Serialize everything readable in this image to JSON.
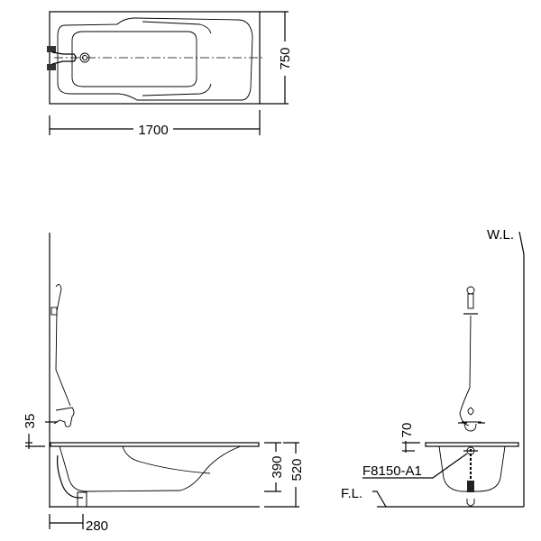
{
  "top_view": {
    "length_label": "1700",
    "width_label": "750"
  },
  "side_view": {
    "faucet_height_label": "35",
    "rim_to_bottom_label": "390",
    "total_height_label": "520",
    "drain_offset_label": "280"
  },
  "end_view": {
    "wall_line_label": "W.L.",
    "floor_line_label": "F.L.",
    "faucet_height_label": "70",
    "drain_model_label": "F8150-A1"
  },
  "colors": {
    "line": "#000000",
    "background": "#ffffff"
  }
}
